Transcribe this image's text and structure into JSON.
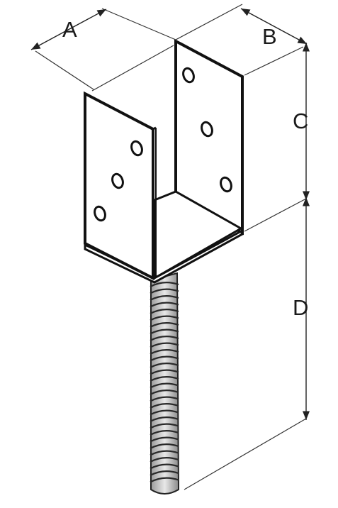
{
  "diagram": {
    "dimension_labels": {
      "a": "A",
      "b": "B",
      "c": "C",
      "d": "D"
    }
  }
}
